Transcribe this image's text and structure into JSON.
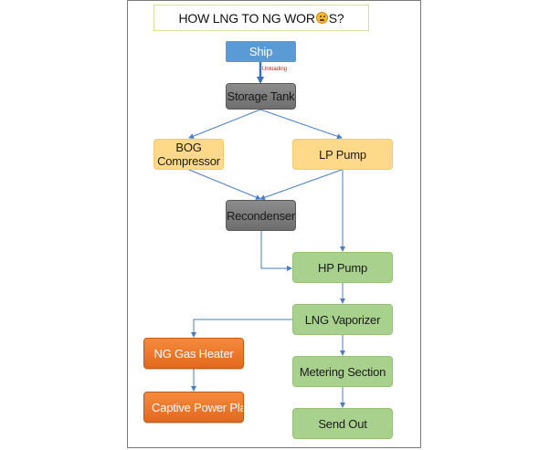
{
  "title": {
    "prefix": "HOW LNG TO NG WOR",
    "suffix": "S?",
    "emoji_icon": "thinking-face-icon"
  },
  "nodes": {
    "ship": "Ship",
    "storage_tank": "Storage Tank",
    "bog_compressor_line1": "BOG",
    "bog_compressor_line2": "Compressor",
    "lp_pump": "LP Pump",
    "recondenser": "Recondenser",
    "hp_pump": "HP Pump",
    "lng_vaporizer": "LNG Vaporizer",
    "ng_gas_heater": "NG Gas Heater",
    "metering_section": "Metering Section",
    "captive_power_plant": "Captive Power Plant",
    "send_out": "Send Out"
  },
  "edges": {
    "unloading_label": "Unloading"
  },
  "colors": {
    "ship": "#5b9bd5",
    "storage_and_recondenser": "#7f7f7f",
    "pumps_compressor": "#ffd98a",
    "ng_flow": "#a9d18e",
    "power_branch": "#f07a2e",
    "connector": "#4a7ec2",
    "unloading_label": "#d01010"
  }
}
